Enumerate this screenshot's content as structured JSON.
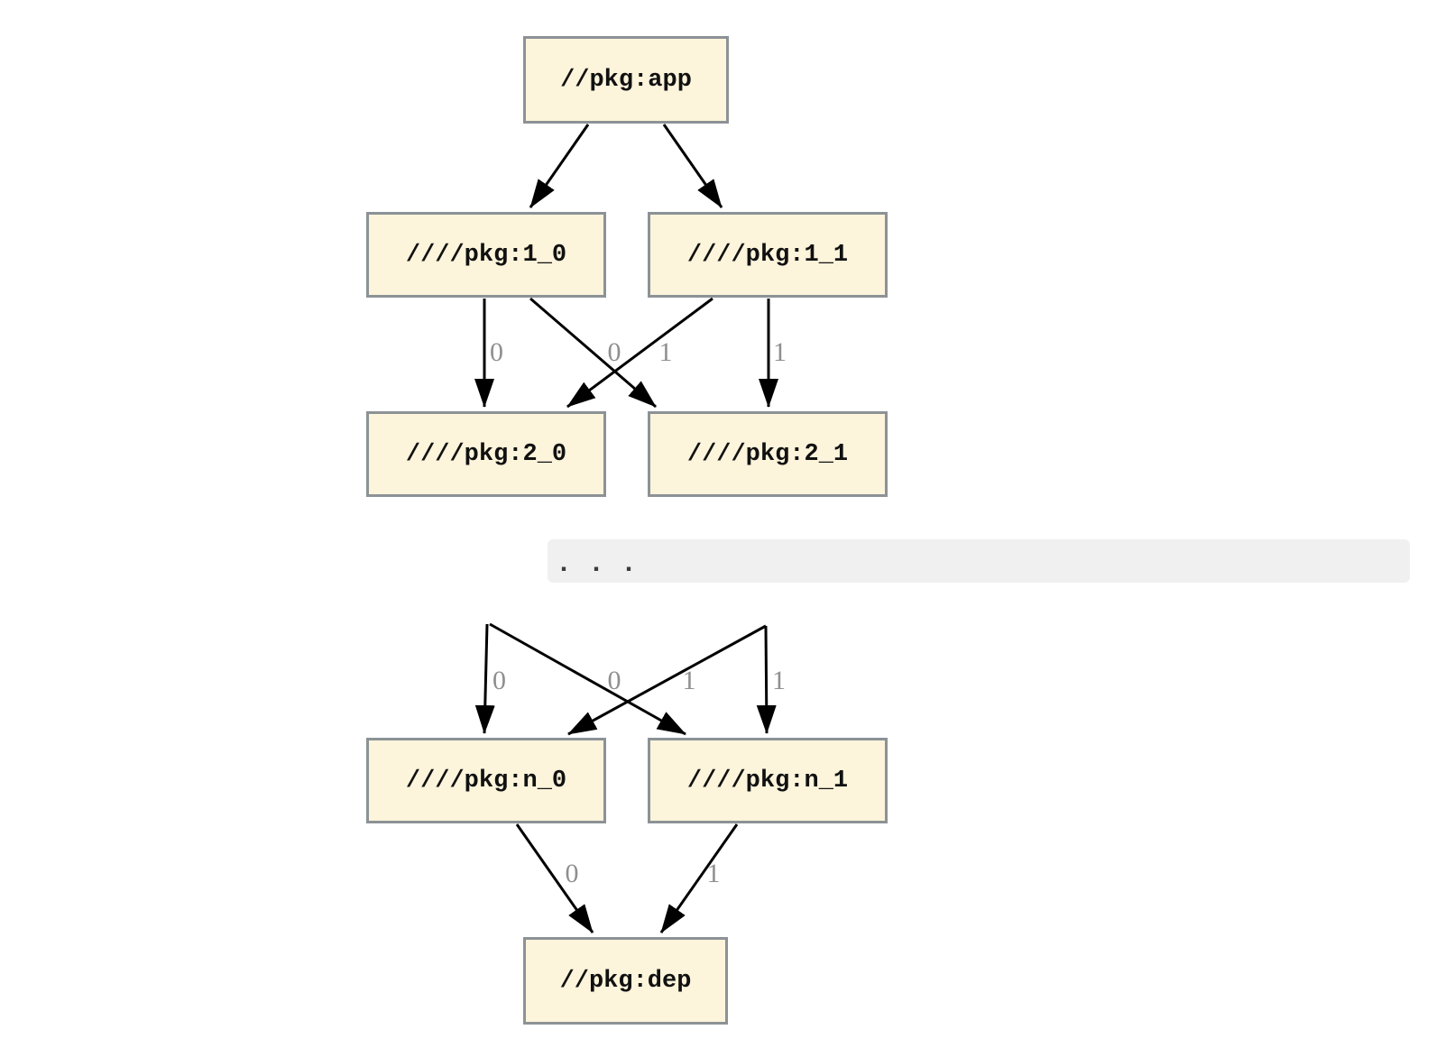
{
  "diagram": {
    "type": "dependency-graph",
    "nodes": {
      "app": {
        "label": "//pkg:app"
      },
      "v1_0": {
        "label": "////pkg:1_0"
      },
      "v1_1": {
        "label": "////pkg:1_1"
      },
      "v2_0": {
        "label": "////pkg:2_0"
      },
      "v2_1": {
        "label": "////pkg:2_1"
      },
      "vn_0": {
        "label": "////pkg:n_0"
      },
      "vn_1": {
        "label": "////pkg:n_1"
      },
      "dep": {
        "label": "//pkg:dep"
      }
    },
    "ellipsis": {
      "text": ". . ."
    },
    "edges": [
      {
        "from": "//pkg:app",
        "to": "////pkg:1_0"
      },
      {
        "from": "//pkg:app",
        "to": "////pkg:1_1"
      },
      {
        "from": "////pkg:1_0",
        "to": "////pkg:2_0",
        "label": "0"
      },
      {
        "from": "////pkg:1_0",
        "to": "////pkg:2_1",
        "label": "1"
      },
      {
        "from": "////pkg:1_1",
        "to": "////pkg:2_0",
        "label": "0"
      },
      {
        "from": "////pkg:1_1",
        "to": "////pkg:2_1",
        "label": "1"
      },
      {
        "from": "...",
        "to": "////pkg:n_0",
        "label": "0"
      },
      {
        "from": "...",
        "to": "////pkg:n_1",
        "label": "1"
      },
      {
        "from": "...",
        "to": "////pkg:n_0",
        "label": "0"
      },
      {
        "from": "...",
        "to": "////pkg:n_1",
        "label": "1"
      },
      {
        "from": "////pkg:n_0",
        "to": "//pkg:dep",
        "label": "0"
      },
      {
        "from": "////pkg:n_1",
        "to": "//pkg:dep",
        "label": "1"
      }
    ],
    "colors": {
      "node_fill": "#FCF4DB",
      "node_border": "#8C9296",
      "edge": "#000000",
      "edge_label": "#8F8F8F",
      "ellipsis_bar": "#F0F0F0",
      "ellipsis_dots": "#3C3C3C",
      "background": "#FFFFFF"
    }
  }
}
